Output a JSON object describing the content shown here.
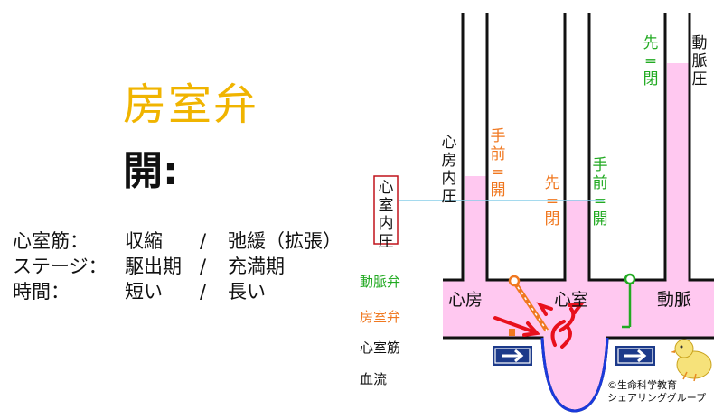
{
  "title": "房室弁",
  "status": "開:",
  "info": {
    "rows": [
      {
        "label": "心室筋：",
        "left": "収縮",
        "sep": "/",
        "right": "弛緩（拡張）"
      },
      {
        "label": "ステージ：",
        "left": "駆出期",
        "sep": "/",
        "right": "充満期"
      },
      {
        "label": "時間：",
        "left": "短い",
        "sep": "/",
        "right": "長い"
      }
    ]
  },
  "gauges": {
    "atrial_pressure": [
      "心",
      "房",
      "内",
      "圧"
    ],
    "ventricular_pressure": [
      "心",
      "室",
      "内",
      "圧"
    ],
    "arterial_pressure": [
      "動",
      "脈",
      "圧"
    ],
    "av_front_open": [
      "手",
      "前",
      "=",
      "開"
    ],
    "av_back_closed": [
      "先",
      "=",
      "閉"
    ],
    "arterial_front_open": [
      "手",
      "前",
      "=",
      "開"
    ],
    "arterial_back_closed": [
      "先",
      "=",
      "閉"
    ]
  },
  "chambers": {
    "atrium": "心房",
    "ventricle": "心室",
    "artery": "動脈"
  },
  "legend": {
    "arterial_valve": "動脈弁",
    "av_valve": "房室弁",
    "muscle": "心室筋",
    "flow": "血流"
  },
  "credit": {
    "line1": "©生命科学教育",
    "line2": "シェアリンググループ"
  },
  "colors": {
    "title": "#f0b400",
    "fluid": "#ffc8f0",
    "av_valve": "#f07820",
    "arterial_valve": "#22aa22",
    "muscle_arrow": "#e8101c",
    "pressure_line": "#87cde8",
    "flow_button": "#1c3a8a"
  }
}
